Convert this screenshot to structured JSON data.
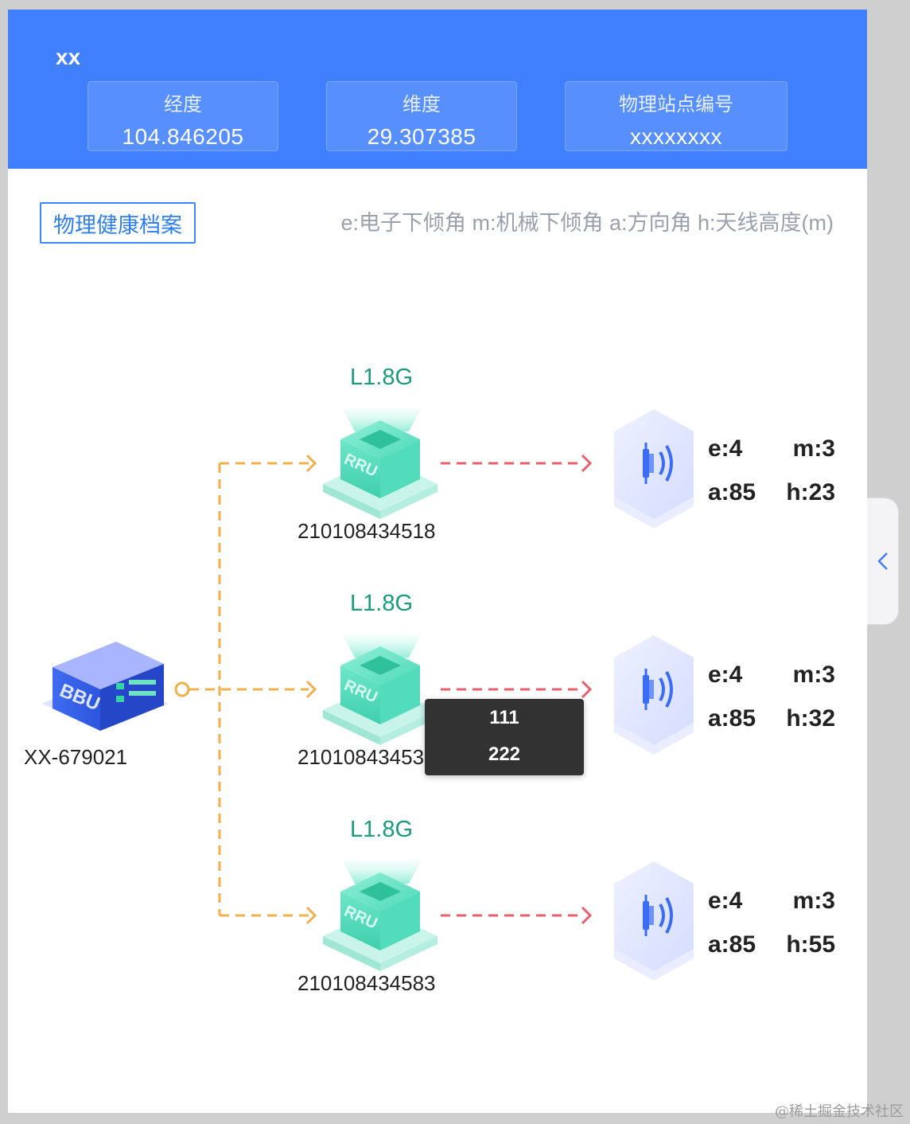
{
  "header": {
    "title": "xx",
    "cards": [
      {
        "label": "经度",
        "value": "104.846205"
      },
      {
        "label": "维度",
        "value": "29.307385"
      },
      {
        "label": "物理站点编号",
        "value": "xxxxxxxx"
      }
    ]
  },
  "toolbar": {
    "health_button": "物理健康档案",
    "legend": "e:电子下倾角 m:机械下倾角 a:方向角 h:天线高度(m)"
  },
  "bbu": {
    "icon_text": "BBU",
    "name": "XX-679021"
  },
  "rrus": [
    {
      "band": "L1.8G",
      "icon_text": "RRU",
      "id": "210108434518",
      "antenna": {
        "e": "e:4",
        "m": "m:3",
        "a": "a:85",
        "h": "h:23"
      }
    },
    {
      "band": "L1.8G",
      "icon_text": "RRU",
      "id": "210108434533",
      "antenna": {
        "e": "e:4",
        "m": "m:3",
        "a": "a:85",
        "h": "h:32"
      }
    },
    {
      "band": "L1.8G",
      "icon_text": "RRU",
      "id": "210108434583",
      "antenna": {
        "e": "e:4",
        "m": "m:3",
        "a": "a:85",
        "h": "h:55"
      }
    }
  ],
  "tooltip": {
    "line1": "111",
    "line2": "222"
  },
  "collapse_tab": {
    "icon": "chevron-left-icon"
  },
  "watermark": "@稀土掘金技术社区",
  "colors": {
    "header": "#4080ff",
    "bbu_link": "#f2b04c",
    "rru_link": "#e8606d",
    "band": "#1b9a7e"
  }
}
